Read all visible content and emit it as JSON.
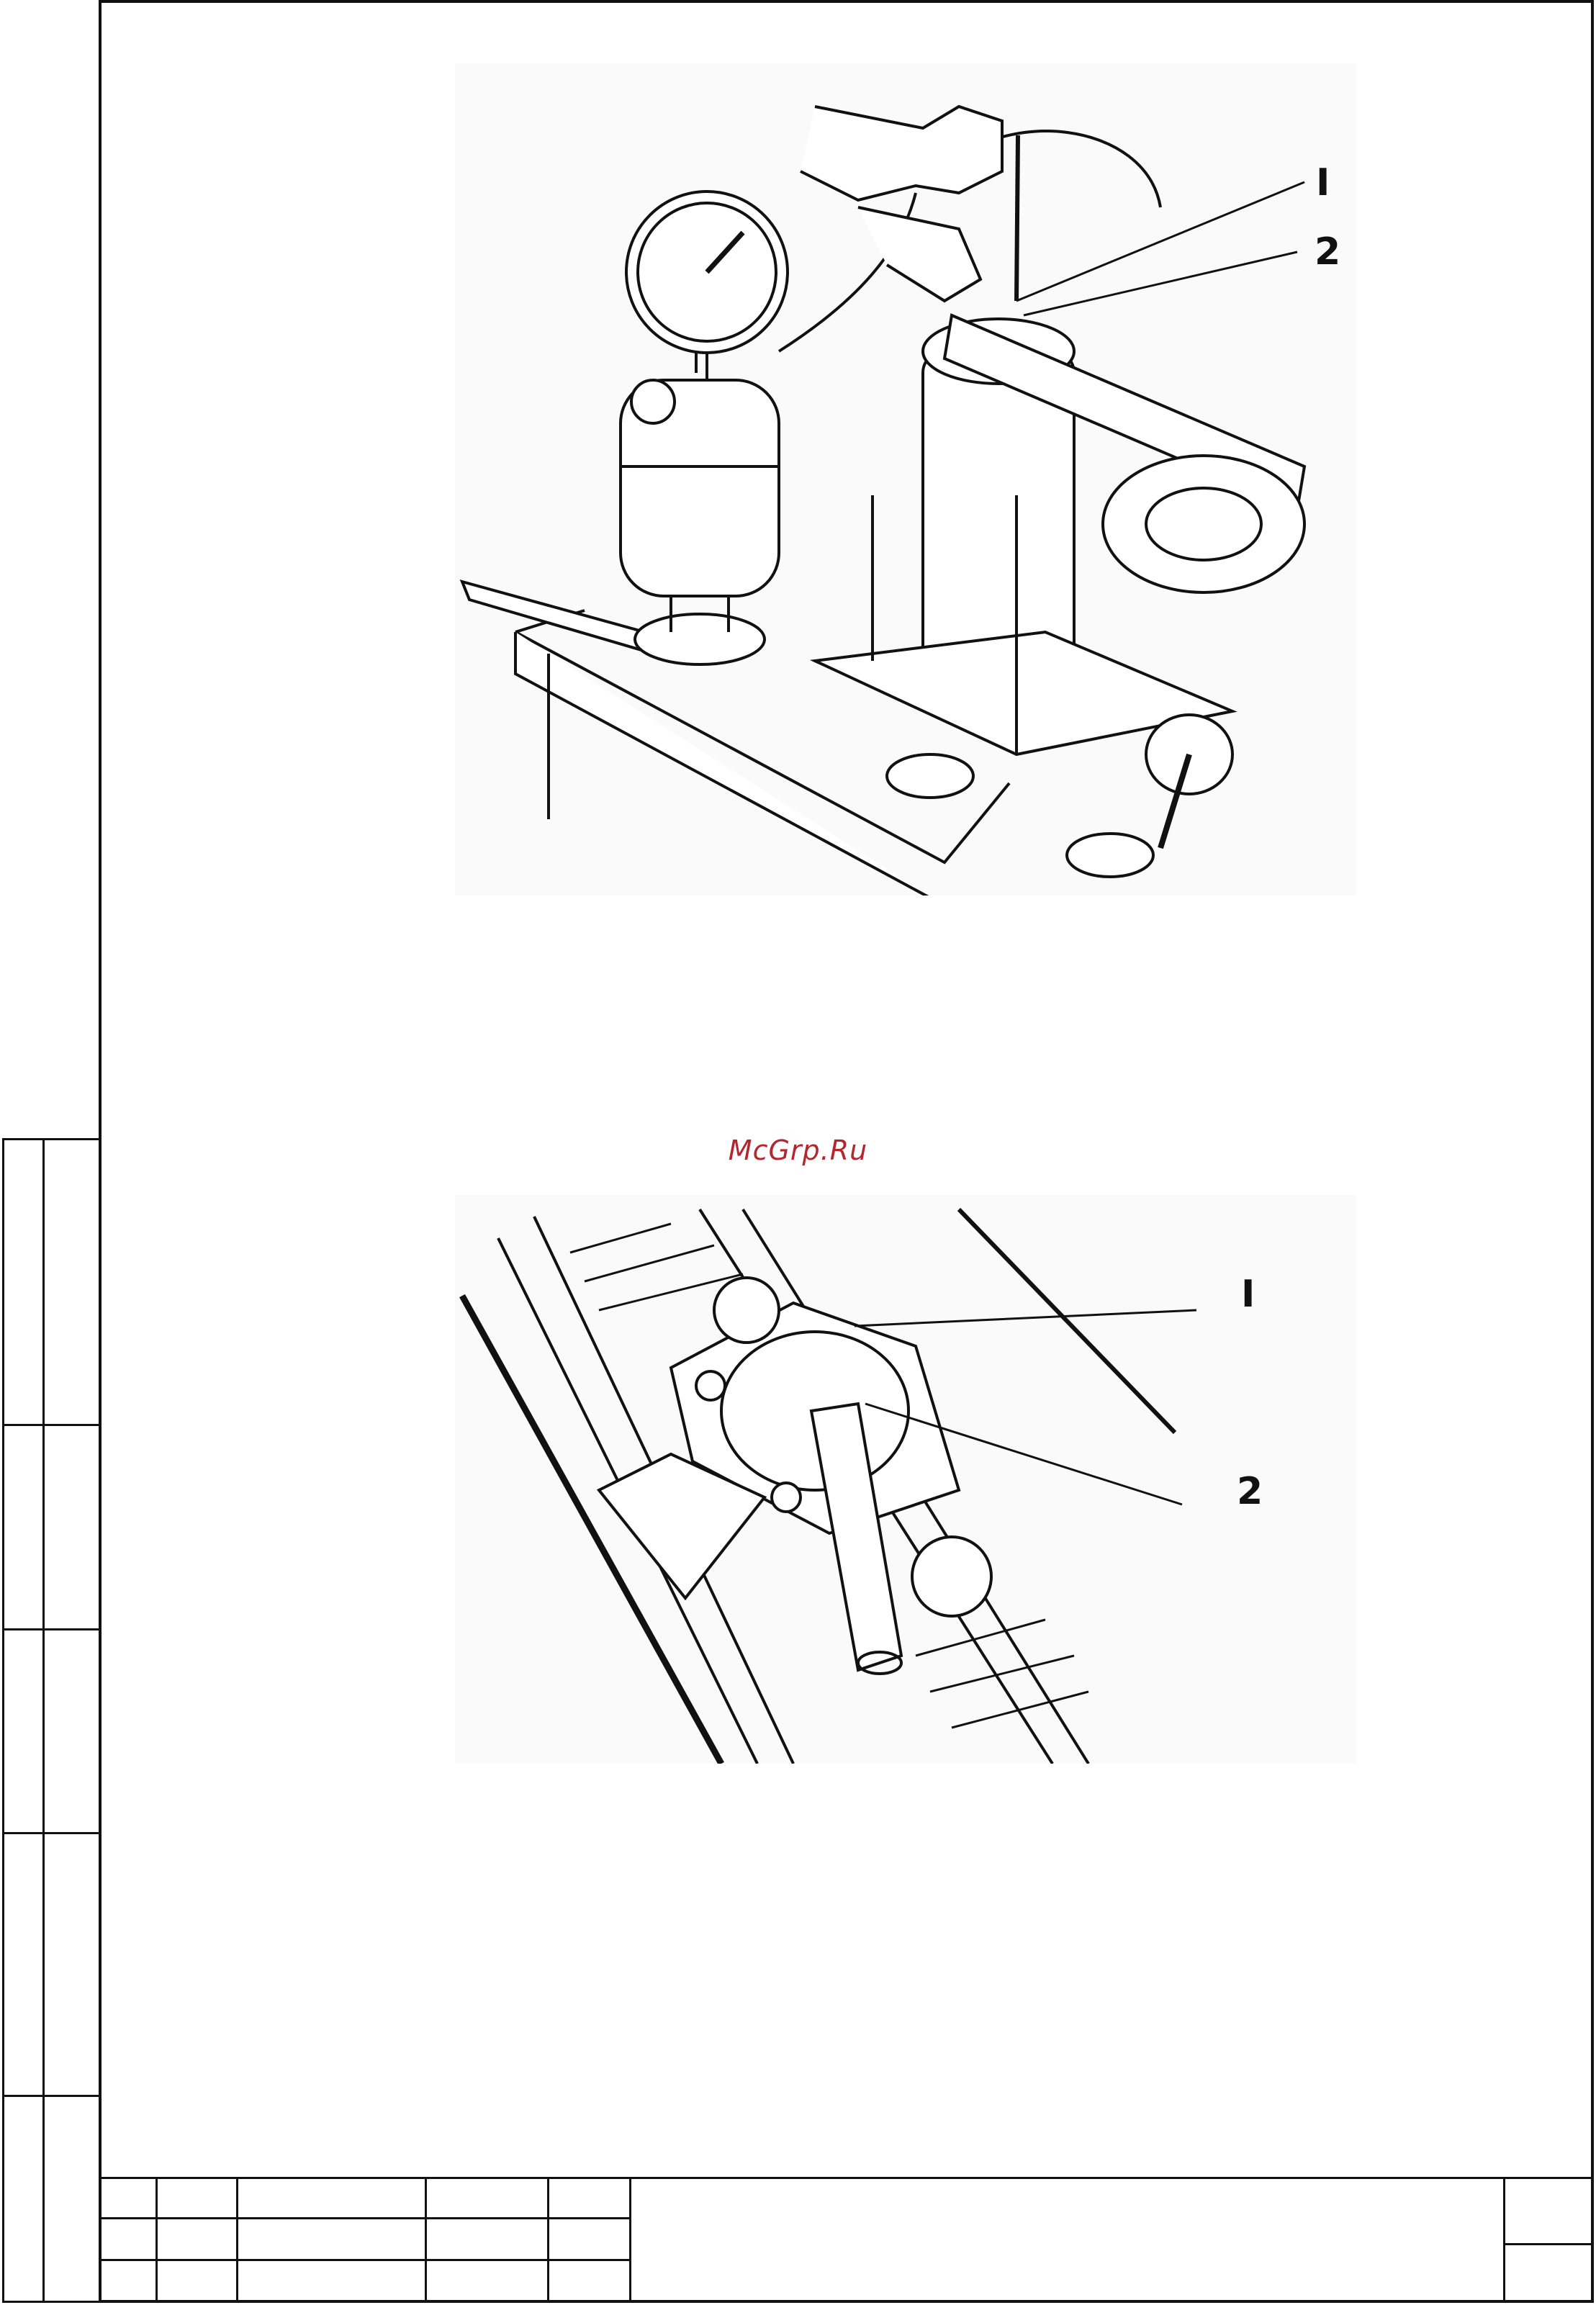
{
  "figure_top": {
    "callouts": [
      "I",
      "2"
    ]
  },
  "watermark": "McGrp.Ru",
  "figure_bottom": {
    "callouts": [
      "I",
      "2"
    ]
  },
  "title_block": {
    "cells": [
      "",
      "",
      "",
      "",
      "",
      "",
      "",
      "",
      "",
      "",
      "",
      "",
      "",
      "",
      "",
      ""
    ]
  }
}
